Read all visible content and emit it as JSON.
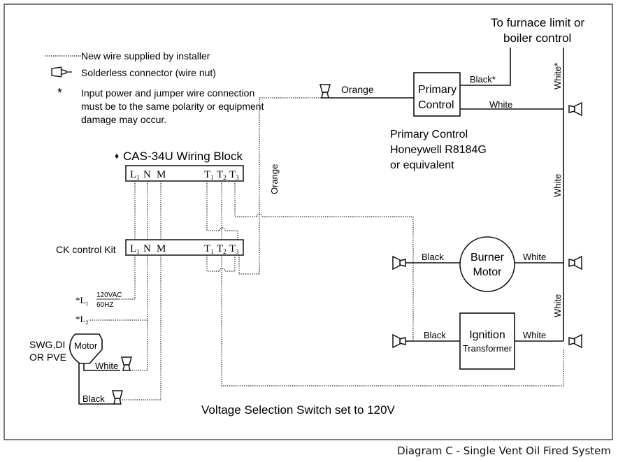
{
  "legend": {
    "dotted_line_label": "New wire supplied by installer",
    "connector_label": "Solderless connector (wire nut)",
    "asterisk_symbol": "*",
    "note_line1": "Input power and jumper wire connection",
    "note_line2": "must be to the same polarity or equipment",
    "note_line3": "damage may occur."
  },
  "wiring_block": {
    "title": "CAS-34U Wiring Block",
    "bullet": "♦",
    "terminals": [
      "L",
      "N",
      "M",
      "T",
      "T",
      "T"
    ],
    "subscripts": [
      "1",
      "",
      "",
      "1",
      "2",
      "3"
    ]
  },
  "control_kit": {
    "title": "CK control Kit",
    "terminals": [
      "L",
      "N",
      "M",
      "T",
      "T",
      "T"
    ],
    "subscripts": [
      "1",
      "",
      "",
      "1",
      "2",
      "3"
    ]
  },
  "power": {
    "l1_label": "*L",
    "l1_sub": "1",
    "voltage": "120VAC",
    "frequency": "60HZ",
    "l2_label": "*L",
    "l2_sub": "2"
  },
  "motor_assembly": {
    "label_line1": "SWG,DI",
    "label_line2": "OR PVE",
    "motor_label": "Motor",
    "white_wire": "White",
    "black_wire": "Black"
  },
  "primary_control": {
    "box_line1": "Primary",
    "box_line2": "Control",
    "desc_line1": "Primary Control",
    "desc_line2": "Honeywell R8184G",
    "desc_line3": "or equivalent",
    "black_wire": "Black*",
    "white_wire": "White",
    "orange_wire": "Orange",
    "orange_vertical": "Orange"
  },
  "furnace": {
    "line1": "To furnace limit or",
    "line2": "boiler control",
    "white_star": "White*",
    "white_mid1": "White",
    "white_mid2": "White"
  },
  "burner_motor": {
    "line1": "Burner",
    "line2": "Motor",
    "black_wire": "Black",
    "white_wire": "White"
  },
  "ignition_transformer": {
    "line1": "Ignition",
    "line2": "Transformer",
    "black_wire": "Black",
    "white_wire": "White"
  },
  "footer_note": "Voltage Selection Switch set to 120V",
  "caption": "Diagram C - Single Vent Oil Fired System"
}
